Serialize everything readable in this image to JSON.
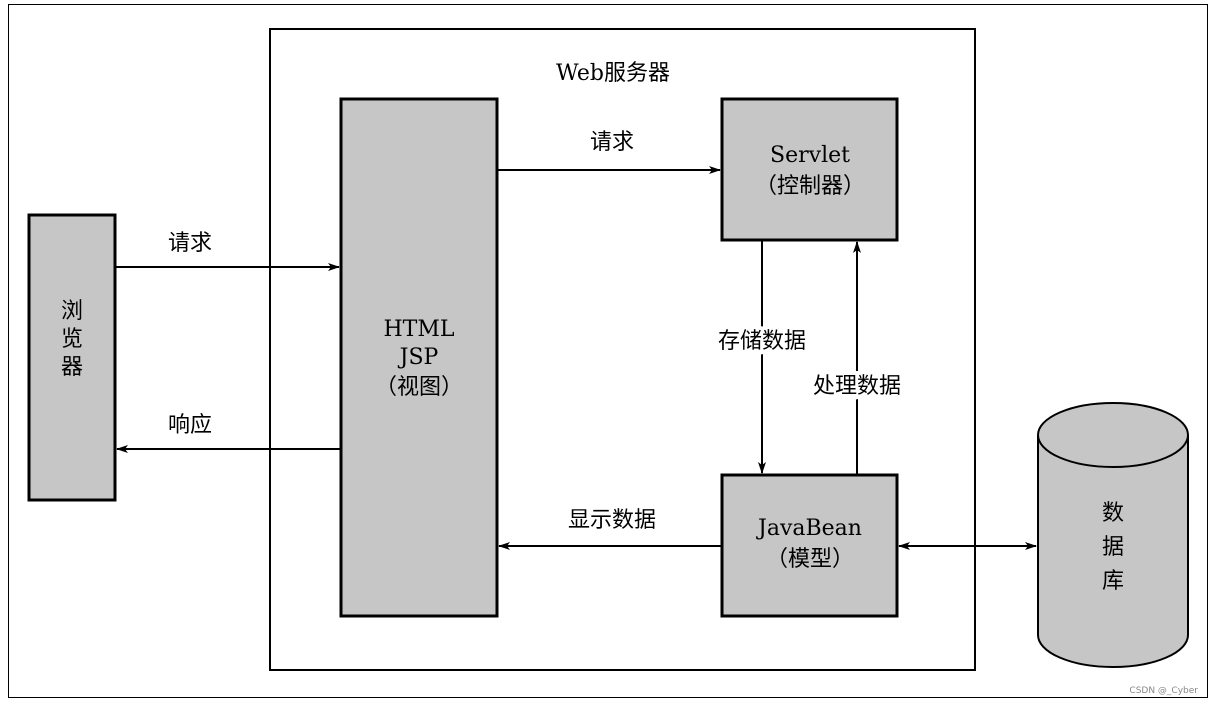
{
  "diagram": {
    "server_title": "Web服务器",
    "browser": {
      "label": "浏览器"
    },
    "view": {
      "line1": "HTML",
      "line2": "JSP",
      "line3": "（视图）"
    },
    "controller": {
      "line1": "Servlet",
      "line2": "（控制器）"
    },
    "model": {
      "line1": "JavaBean",
      "line2": "（模型）"
    },
    "database": {
      "label": "数据库"
    },
    "edges": {
      "browser_to_view": "请求",
      "view_to_browser": "响应",
      "view_to_controller": "请求",
      "controller_to_model": "存储数据",
      "model_to_controller": "处理数据",
      "model_to_view": "显示数据"
    }
  },
  "watermark": "CSDN @_Cyber",
  "colors": {
    "box_fill": "#c6c6c6",
    "stroke": "#000000",
    "background": "#ffffff"
  }
}
